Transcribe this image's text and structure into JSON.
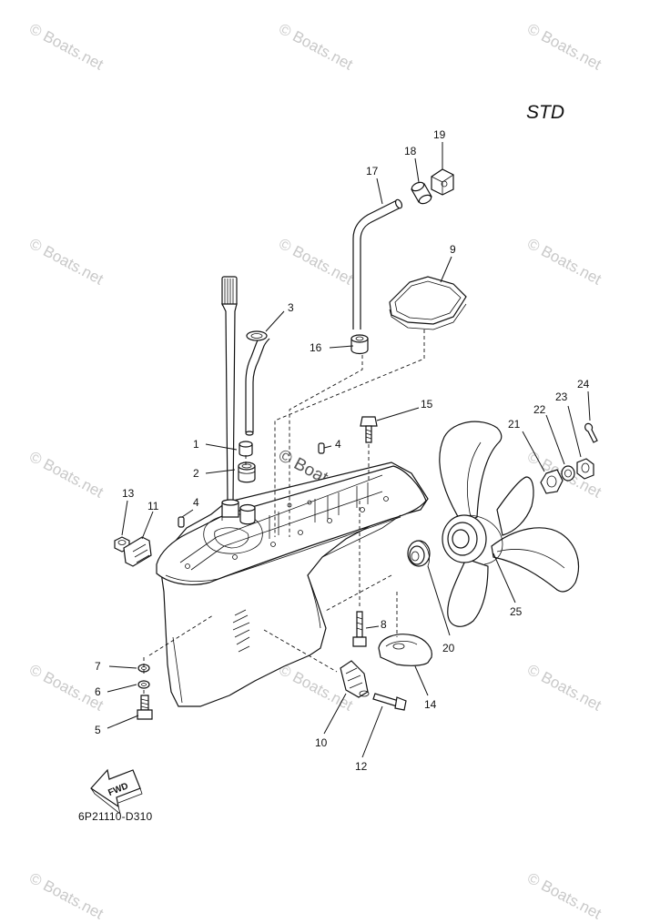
{
  "header": {
    "variant": "STD"
  },
  "footer": {
    "diagram_code": "6P21110-D310"
  },
  "watermark": {
    "text": "© Boats.net",
    "center_text": "© Boats.net"
  },
  "arrow": {
    "label": "FWD"
  },
  "colors": {
    "line": "#111111",
    "watermark": "#c9c9c9",
    "background": "#ffffff"
  },
  "callouts": [
    {
      "number": "1",
      "part": "bushing"
    },
    {
      "number": "2",
      "part": "grommet"
    },
    {
      "number": "3",
      "part": "water-tube"
    },
    {
      "number": "4",
      "part": "dowel-pin"
    },
    {
      "number": "4",
      "part": "dowel-pin"
    },
    {
      "number": "5",
      "part": "bolt"
    },
    {
      "number": "6",
      "part": "washer"
    },
    {
      "number": "7",
      "part": "washer"
    },
    {
      "number": "8",
      "part": "bolt"
    },
    {
      "number": "9",
      "part": "gasket"
    },
    {
      "number": "10",
      "part": "trim-tab-anode"
    },
    {
      "number": "11",
      "part": "anode"
    },
    {
      "number": "12",
      "part": "bolt"
    },
    {
      "number": "13",
      "part": "nut"
    },
    {
      "number": "14",
      "part": "trim-tab"
    },
    {
      "number": "15",
      "part": "bolt"
    },
    {
      "number": "16",
      "part": "hose-fitting"
    },
    {
      "number": "17",
      "part": "hose"
    },
    {
      "number": "18",
      "part": "grommet"
    },
    {
      "number": "19",
      "part": "clip"
    },
    {
      "number": "20",
      "part": "thrust-holder"
    },
    {
      "number": "21",
      "part": "spacer"
    },
    {
      "number": "22",
      "part": "washer"
    },
    {
      "number": "23",
      "part": "nut"
    },
    {
      "number": "24",
      "part": "cotter-pin"
    },
    {
      "number": "25",
      "part": "propeller"
    }
  ]
}
